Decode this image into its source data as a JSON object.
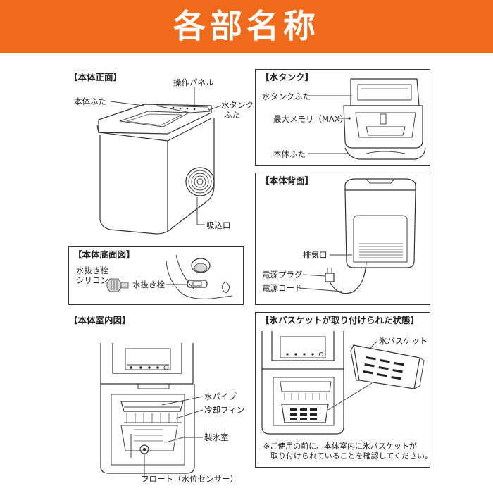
{
  "page": {
    "title": "各部名称"
  },
  "front": {
    "title": "【本体正面】",
    "lid": "本体ふた",
    "panel": "操作パネル",
    "tank_lid_1": "水タンク",
    "tank_lid_2": "ふた",
    "intake": "吸込口"
  },
  "tank": {
    "title": "【水タンク】",
    "tank_lid": "水タンクふた",
    "max_mark": "最大メモリ（MAX）",
    "body_lid": "本体ふた"
  },
  "back": {
    "title": "【本体背面】",
    "exhaust": "排気口",
    "plug": "電源プラグ",
    "cord": "電源コード"
  },
  "bottom": {
    "title": "【本体底面図】",
    "silicone_1": "水抜き栓",
    "silicone_2": "シリコン",
    "drain_plug": "水抜き栓"
  },
  "interior": {
    "title": "【本体室内図】",
    "water_pipe": "水パイプ",
    "cooling_fin": "冷却フィン",
    "ice_room": "製氷室",
    "float": "フロート（水位センサー）"
  },
  "basket": {
    "title": "【氷バスケットが取り付けられた状態】",
    "basket": "氷バスケット",
    "note_1": "※ご使用の前に、本体室内に氷バスケットが",
    "note_2": "取り付けられていることを確認してください。"
  }
}
